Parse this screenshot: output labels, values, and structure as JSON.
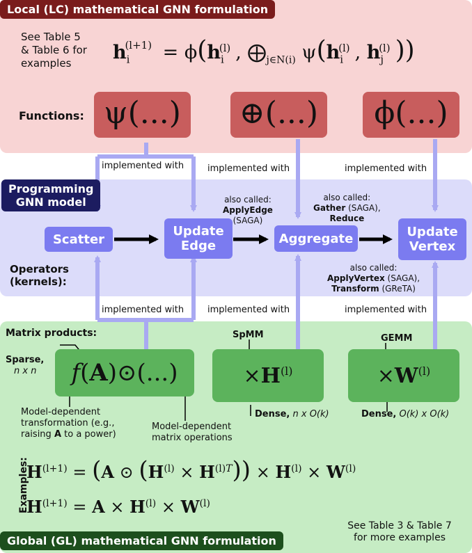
{
  "local": {
    "title": "Local (LC) mathematical GNN formulation",
    "see_tables": "See Table 5\n& Table 6 for\nexamples",
    "formula_lhs": "h",
    "functions_label": "Functions:",
    "psi": "ψ(...)",
    "agg": "⊕(...)",
    "phi": "ϕ(...)"
  },
  "programming": {
    "title": "Programming\nGNN model",
    "implemented_with": "implemented with",
    "scatter": "Scatter",
    "update_edge": "Update\nEdge",
    "aggregate": "Aggregate",
    "update_vertex": "Update\nVertex",
    "operators_label": "Operators\n(kernels):",
    "also_called_1_head": "also called:",
    "also_called_1_bold": "ApplyEdge",
    "also_called_1_tail": "(SAGA)",
    "also_called_2_head": "also called:",
    "also_called_2_bold1": "Gather",
    "also_called_2_mid": " (SAGA),",
    "also_called_2_bold2": "Reduce",
    "also_called_3_head": "also called:",
    "also_called_3_bold1": "ApplyVertex",
    "also_called_3_mid": " (SAGA),",
    "also_called_3_bold2": "Transform",
    "also_called_3_tail": " (GReTA)"
  },
  "global": {
    "matrix_products": "Matrix products:",
    "sparse_bold": "Sparse,",
    "sparse_dim": "n x n",
    "spmm": "SpMM",
    "gemm": "GEMM",
    "dense1_bold": "Dense,",
    "dense1_dim": " n x O(k)",
    "dense2_bold": "Dense,",
    "dense2_dim": " O(k) x O(k)",
    "model_dep_1_a": "Model-dependent",
    "model_dep_1_b": "transformation (e.g.,",
    "model_dep_1_c_pre": "raising ",
    "model_dep_1_c_bold": "A",
    "model_dep_1_c_post": " to a power)",
    "model_dep_2_a": "Model-dependent",
    "model_dep_2_b": "matrix operations",
    "examples_label": "Examples:",
    "see_tables": "See Table 3 & Table 7\nfor more examples",
    "title": "Global (GL) mathematical GNN formulation"
  },
  "colors": {
    "local_bg": "#f8d4d4",
    "local_title": "#7a1c1c",
    "function_box": "#c85d5d",
    "prog_bg": "#dcdcfa",
    "prog_title": "#1c1c60",
    "operator_box": "#7b7bf0",
    "arrow_light": "#a9a9f2",
    "global_bg": "#c6ecc4",
    "global_title": "#1d4f1d",
    "matrix_box": "#5cb35c"
  }
}
